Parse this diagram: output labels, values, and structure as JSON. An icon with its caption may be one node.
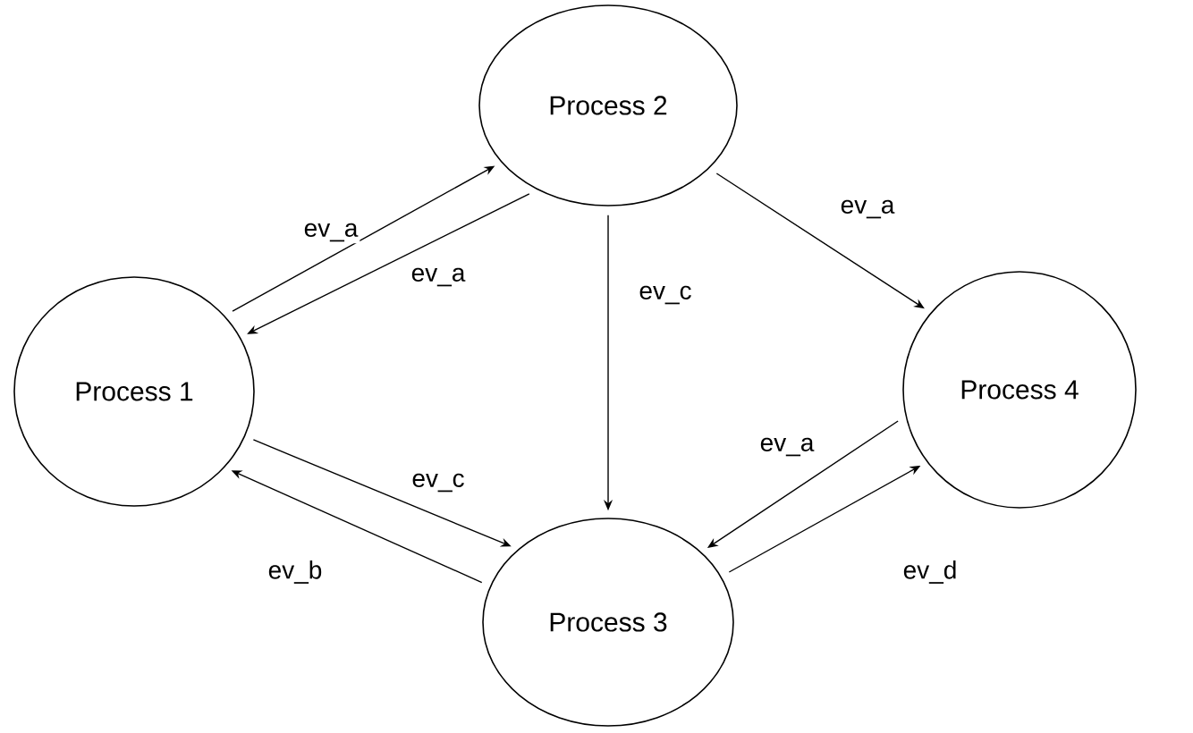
{
  "diagram": {
    "nodes": [
      {
        "text": [
          "Process 1"
        ]
      },
      {
        "text": [
          "Process 2"
        ]
      },
      {
        "text": [
          "Process 3"
        ]
      },
      {
        "text": [
          "Process 4"
        ]
      }
    ],
    "edges": [
      {
        "from": 0,
        "to": 1,
        "arrow": "to",
        "label": "ev_a"
      },
      {
        "from": 1,
        "to": 0,
        "arrow": "to",
        "label": "ev_a"
      },
      {
        "from": 1,
        "to": 2,
        "arrow": "to",
        "label": "ev_c"
      },
      {
        "from": 1,
        "to": 3,
        "arrow": "to",
        "label": "ev_a"
      },
      {
        "from": 3,
        "to": 2,
        "arrow": "to",
        "label": "ev_a"
      },
      {
        "from": 0,
        "to": 2,
        "arrow": "to",
        "label": "ev_c"
      },
      {
        "from": 2,
        "to": 0,
        "arrow": "to",
        "label": "ev_b"
      },
      {
        "from": 2,
        "to": 3,
        "arrow": "to",
        "label": "ev_d"
      }
    ]
  }
}
